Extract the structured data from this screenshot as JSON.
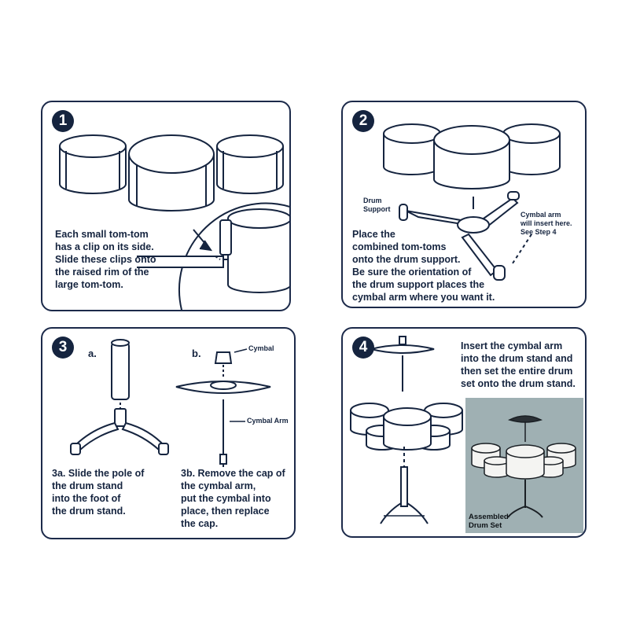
{
  "panel1": {
    "number": "1",
    "text": "Each small tom-tom\nhas a clip on its side.\nSlide these clips onto\nthe raised rim of the\nlarge tom-tom."
  },
  "panel2": {
    "number": "2",
    "text": "Place the\ncombined tom-toms\nonto the drum support.\nBe sure the orientation of\nthe drum support places the\ncymbal arm where you want it.",
    "label_support": "Drum\nSupport",
    "label_arm": "Cymbal arm\nwill insert here.\nSee Step 4"
  },
  "panel3": {
    "number": "3",
    "sub_a": "a.",
    "sub_b": "b.",
    "label_cymbal": "Cymbal",
    "label_arm": "Cymbal Arm",
    "text_a": "3a. Slide the pole of\n      the drum stand\n      into the foot of\n      the drum stand.",
    "text_b": "3b. Remove the cap of\n      the cymbal arm,\n      put the cymbal into\n      place, then replace\n      the cap."
  },
  "panel4": {
    "number": "4",
    "text": "Insert the cymbal arm\ninto the drum stand and\nthen set the entire drum\nset onto the drum stand.",
    "photo_caption": "Assembled\nDrum Set"
  },
  "colors": {
    "ink": "#15243f",
    "photo_bg": "#9fb0b3"
  }
}
